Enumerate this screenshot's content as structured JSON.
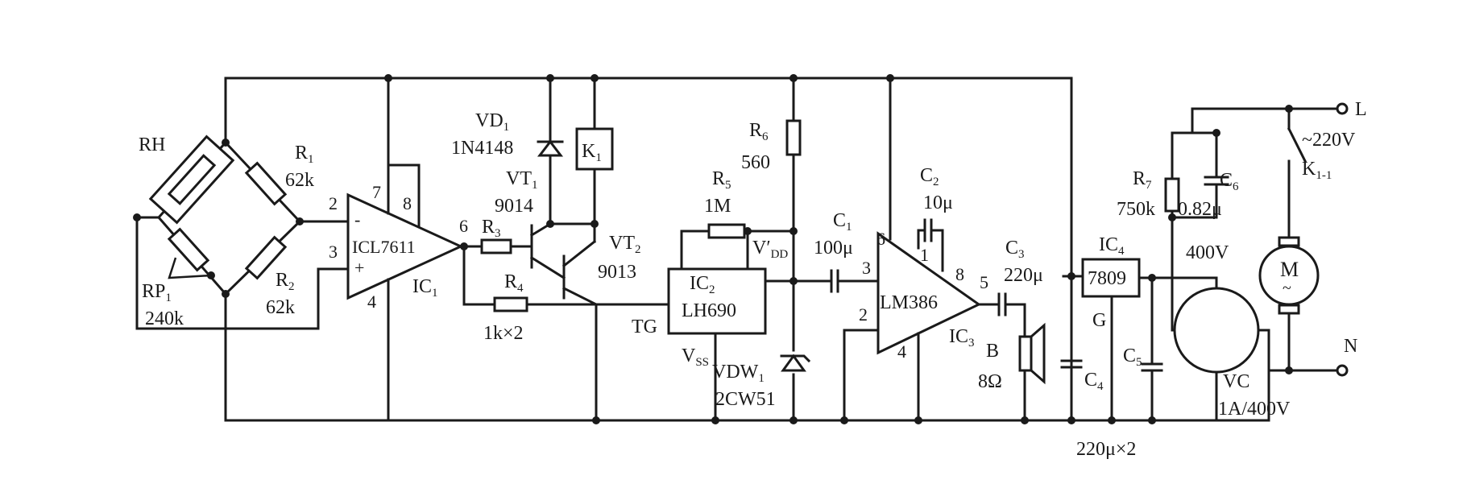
{
  "labels": {
    "rh": "RH",
    "rp1": "RP",
    "rp1_sub": "1",
    "rp1_val": "240k",
    "r1": "R",
    "r1_sub": "1",
    "r1_val": "62k",
    "r2": "R",
    "r2_sub": "2",
    "r2_val": "62k",
    "ic1_name": "ICL7611",
    "ic1_ref": "IC",
    "ic1_sub": "1",
    "pin7": "7",
    "pin8": "8",
    "pin2": "2",
    "pin3": "3",
    "pin4": "4",
    "pin6": "6",
    "minus": "-",
    "plus": "+",
    "vd1": "VD",
    "vd1_sub": "1",
    "vd1_val": "1N4148",
    "vt1": "VT",
    "vt1_sub": "1",
    "vt1_val": "9014",
    "k1": "K",
    "k1_sub": "1",
    "vt2": "VT",
    "vt2_sub": "2",
    "vt2_val": "9013",
    "r3": "R",
    "r3_sub": "3",
    "r4": "R",
    "r4_sub": "4",
    "r34_val": "1k×2",
    "r5": "R",
    "r5_sub": "5",
    "r5_val": "1M",
    "r6": "R",
    "r6_sub": "6",
    "r6_val": "560",
    "ic2_ref": "IC",
    "ic2_sub": "2",
    "ic2_name": "LH690",
    "tg": "TG",
    "vss": "V",
    "vss_sub": "SS",
    "vdd": "V′",
    "vdd_sub": "DD",
    "vdw1": "VDW",
    "vdw1_sub": "1",
    "vdw1_val": "2CW51",
    "c1": "C",
    "c1_sub": "1",
    "c1_val": "100μ",
    "c2": "C",
    "c2_sub": "2",
    "c2_val": "10μ",
    "ic3_name": "LM386",
    "ic3_ref": "IC",
    "ic3_sub": "3",
    "p6": "6",
    "p3": "3",
    "p2": "2",
    "p4": "4",
    "p8": "8",
    "p1": "1",
    "p5": "5",
    "c3": "C",
    "c3_sub": "3",
    "c3_val": "220μ",
    "spk": "B",
    "spk_val": "8Ω",
    "c4": "C",
    "c4_sub": "4",
    "c5": "C",
    "c5_sub": "5",
    "c45_val": "220μ×2",
    "ic4": "IC",
    "ic4_sub": "4",
    "ic4_name": "7809",
    "g": "G",
    "r7": "R",
    "r7_sub": "7",
    "r7_val": "750k",
    "c6": "C",
    "c6_sub": "6",
    "c6_val": "0.82μ",
    "c6_v": "400V",
    "k11": "K",
    "k11_sub": "1-1",
    "ac": "~220V",
    "l": "L",
    "n": "N",
    "motor": "M",
    "motor_tilde": "~",
    "vc": "VC",
    "vc_val": "1A/400V"
  }
}
